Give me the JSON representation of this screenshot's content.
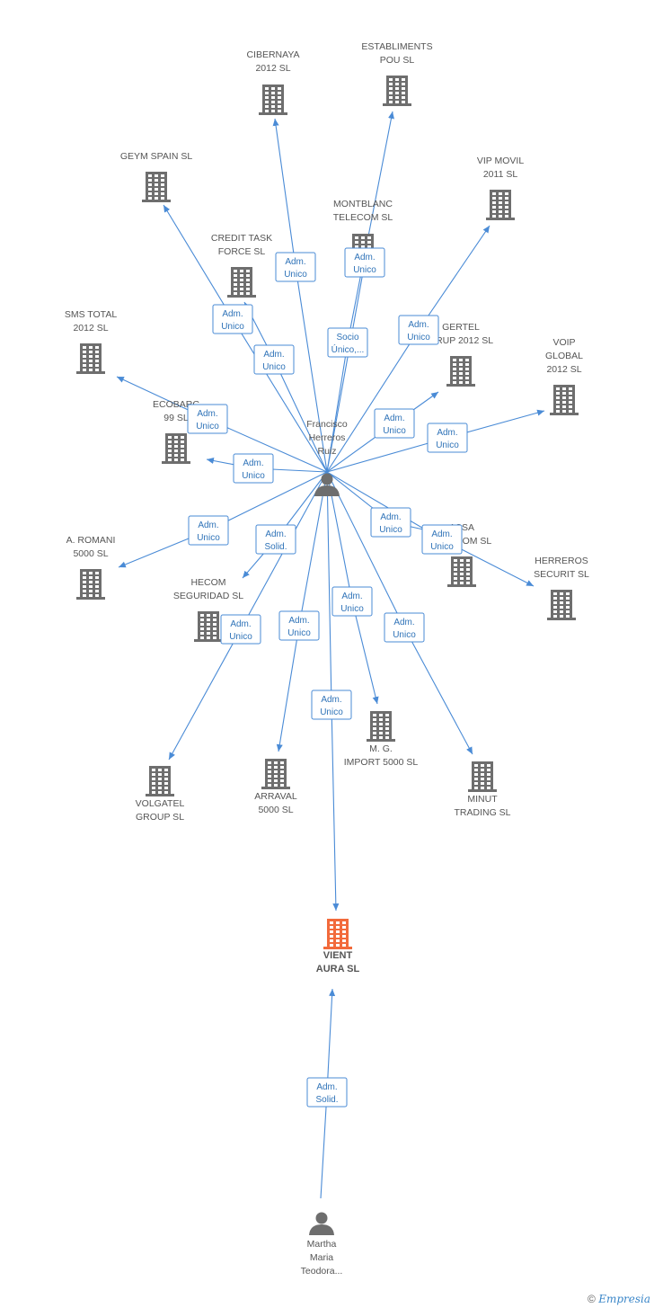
{
  "colors": {
    "edge": "#4a8bd6",
    "node_company": "#6e6e6e",
    "node_main": "#f26a3b",
    "node_person": "#6e6e6e"
  },
  "people": [
    {
      "id": "francisco",
      "label": [
        "Francisco",
        "Herreros",
        "Ruiz"
      ],
      "icon": "person-icon"
    },
    {
      "id": "martha",
      "label": [
        "Martha",
        "Maria",
        "Teodora..."
      ],
      "icon": "person-icon"
    }
  ],
  "companies": [
    {
      "id": "vient",
      "label": [
        "VIENT",
        "AURA SL"
      ],
      "main": true,
      "icon": "building-icon"
    },
    {
      "id": "cibernaya",
      "label": [
        "CIBERNAYA",
        "2012 SL"
      ],
      "icon": "building-icon"
    },
    {
      "id": "establiments",
      "label": [
        "ESTABLIMENTS",
        "POU SL"
      ],
      "icon": "building-icon"
    },
    {
      "id": "geym",
      "label": [
        "GEYM SPAIN SL"
      ],
      "icon": "building-icon"
    },
    {
      "id": "vipmovil",
      "label": [
        "VIP MOVIL",
        "2011 SL"
      ],
      "icon": "building-icon"
    },
    {
      "id": "montblanc",
      "label": [
        "MONTBLANC",
        "TELECOM SL"
      ],
      "icon": "building-icon"
    },
    {
      "id": "credittask",
      "label": [
        "CREDIT TASK",
        "FORCE SL"
      ],
      "icon": "building-icon"
    },
    {
      "id": "smstotal",
      "label": [
        "SMS TOTAL",
        "2012 SL"
      ],
      "icon": "building-icon"
    },
    {
      "id": "gertel",
      "label": [
        "GERTEL",
        "GRUP 2012 SL"
      ],
      "icon": "building-icon"
    },
    {
      "id": "voip",
      "label": [
        "VOIP",
        "GLOBAL",
        "2012 SL"
      ],
      "icon": "building-icon"
    },
    {
      "id": "ecobarc",
      "label": [
        "ECOBARC",
        "99 SL"
      ],
      "icon": "building-icon"
    },
    {
      "id": "assa",
      "label": [
        "ASSA",
        "TELECOM SL"
      ],
      "icon": "building-icon"
    },
    {
      "id": "herrerossecurit",
      "label": [
        "HERREROS",
        "SECURIT SL"
      ],
      "icon": "building-icon"
    },
    {
      "id": "romani",
      "label": [
        "A.  ROMANI",
        "5000 SL"
      ],
      "icon": "building-icon"
    },
    {
      "id": "hecom",
      "label": [
        "HECOM",
        "SEGURIDAD SL"
      ],
      "icon": "building-icon"
    },
    {
      "id": "mg",
      "label": [
        "M.  G.",
        "IMPORT 5000 SL"
      ],
      "icon": "building-icon"
    },
    {
      "id": "minut",
      "label": [
        "MINUT",
        "TRADING SL"
      ],
      "icon": "building-icon"
    },
    {
      "id": "volgatel",
      "label": [
        "VOLGATEL",
        "GROUP SL"
      ],
      "icon": "building-icon"
    },
    {
      "id": "arraval",
      "label": [
        "ARRAVAL",
        "5000 SL"
      ],
      "icon": "building-icon"
    }
  ],
  "edges": [
    {
      "from": "francisco",
      "to": "cibernaya",
      "label": [
        "Adm.",
        "Unico"
      ]
    },
    {
      "from": "francisco",
      "to": "establiments",
      "label": [
        "Socio",
        "Único,..."
      ]
    },
    {
      "from": "francisco",
      "to": "montblanc",
      "label": [
        "Adm.",
        "Unico"
      ]
    },
    {
      "from": "francisco",
      "to": "geym",
      "label": [
        "Adm.",
        "Unico"
      ]
    },
    {
      "from": "francisco",
      "to": "credittask",
      "label": [
        "Adm.",
        "Unico"
      ]
    },
    {
      "from": "francisco",
      "to": "vipmovil",
      "label": [
        "Adm.",
        "Unico"
      ]
    },
    {
      "from": "francisco",
      "to": "smstotal",
      "label": [
        "Adm.",
        "Unico"
      ]
    },
    {
      "from": "francisco",
      "to": "gertel",
      "label": [
        "Adm.",
        "Unico"
      ]
    },
    {
      "from": "francisco",
      "to": "voip",
      "label": [
        "Adm.",
        "Unico"
      ]
    },
    {
      "from": "francisco",
      "to": "ecobarc",
      "label": [
        "Adm.",
        "Unico"
      ]
    },
    {
      "from": "francisco",
      "to": "assa",
      "label": [
        "Adm.",
        "Unico"
      ]
    },
    {
      "from": "francisco",
      "to": "herrerossecurit",
      "label": [
        "Adm.",
        "Unico"
      ]
    },
    {
      "from": "francisco",
      "to": "romani",
      "label": [
        "Adm.",
        "Unico"
      ]
    },
    {
      "from": "francisco",
      "to": "hecom",
      "label": [
        "Adm.",
        "Solid."
      ]
    },
    {
      "from": "francisco",
      "to": "volgatel",
      "label": [
        "Adm.",
        "Unico"
      ]
    },
    {
      "from": "francisco",
      "to": "arraval",
      "label": [
        "Adm.",
        "Unico"
      ]
    },
    {
      "from": "francisco",
      "to": "mg",
      "label": [
        "Adm.",
        "Unico"
      ]
    },
    {
      "from": "francisco",
      "to": "minut",
      "label": [
        "Adm.",
        "Unico"
      ]
    },
    {
      "from": "francisco",
      "to": "vient",
      "label": [
        "Adm.",
        "Unico"
      ]
    },
    {
      "from": "martha",
      "to": "vient",
      "label": [
        "Adm.",
        "Solid."
      ]
    }
  ],
  "footer": {
    "copyright": "©",
    "brand": "Empresia"
  }
}
